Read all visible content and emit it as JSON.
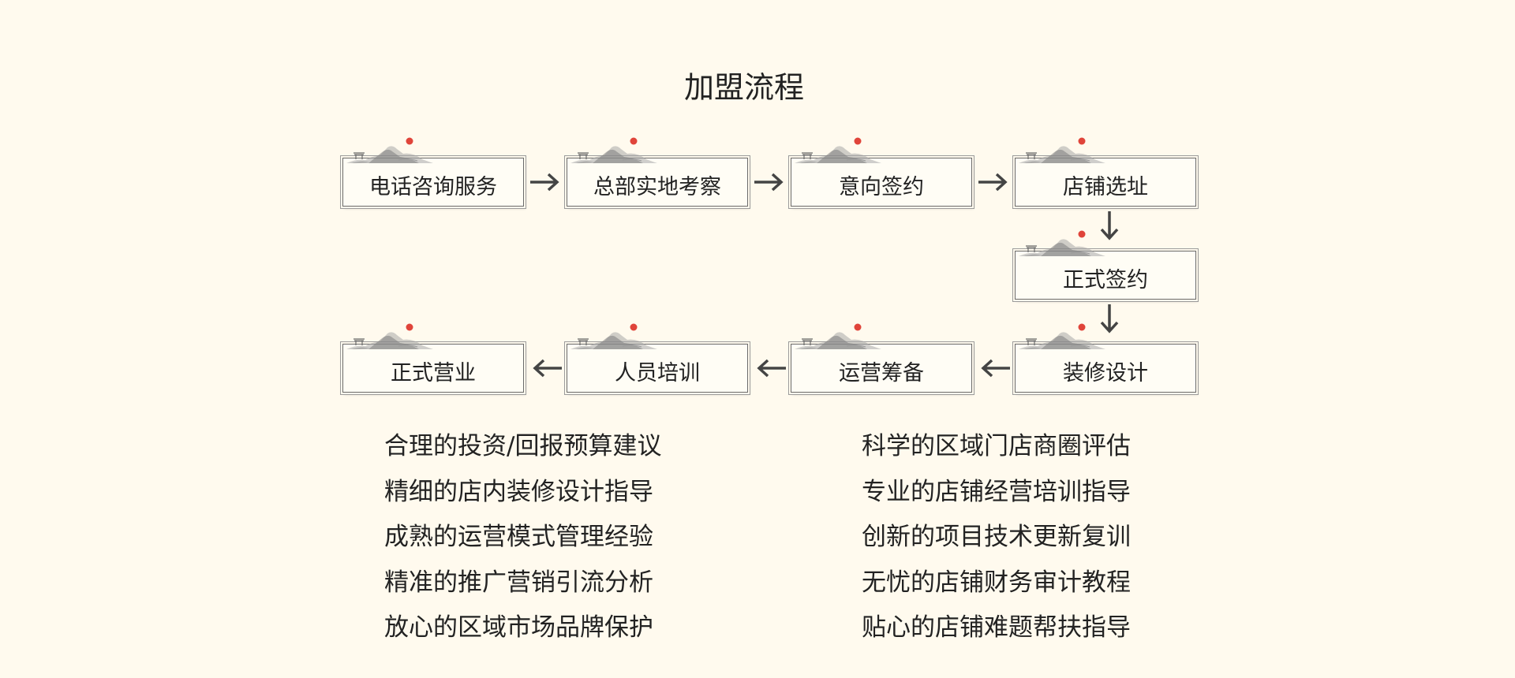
{
  "title": "加盟流程",
  "steps": [
    {
      "label": "电话咨询服务"
    },
    {
      "label": "总部实地考察"
    },
    {
      "label": "意向签约"
    },
    {
      "label": "店铺选址"
    },
    {
      "label": "正式签约"
    },
    {
      "label": "装修设计"
    },
    {
      "label": "运营筹备"
    },
    {
      "label": "人员培训"
    },
    {
      "label": "正式营业"
    }
  ],
  "benefits_left": [
    "合理的投资/回报预算建议",
    "精细的店内装修设计指导",
    "成熟的运营模式管理经验",
    "精准的推广营销引流分析",
    "放心的区域市场品牌保护"
  ],
  "benefits_right": [
    "科学的区域门店商圈评估",
    "专业的店铺经营培训指导",
    "创新的项目技术更新复训",
    "无忧的店铺财务审计教程",
    "贴心的店铺难题帮扶指导"
  ],
  "colors": {
    "background": "#fffaee",
    "border": "#6a6a6a",
    "arrow": "#444444",
    "sun": "#e0443a",
    "mountain": "#8f8f8f"
  },
  "icons": {
    "step_decoration": "ink-mountain-sun-icon",
    "arrow_right": "arrow-right-icon",
    "arrow_down": "arrow-down-icon",
    "arrow_left": "arrow-left-icon"
  }
}
